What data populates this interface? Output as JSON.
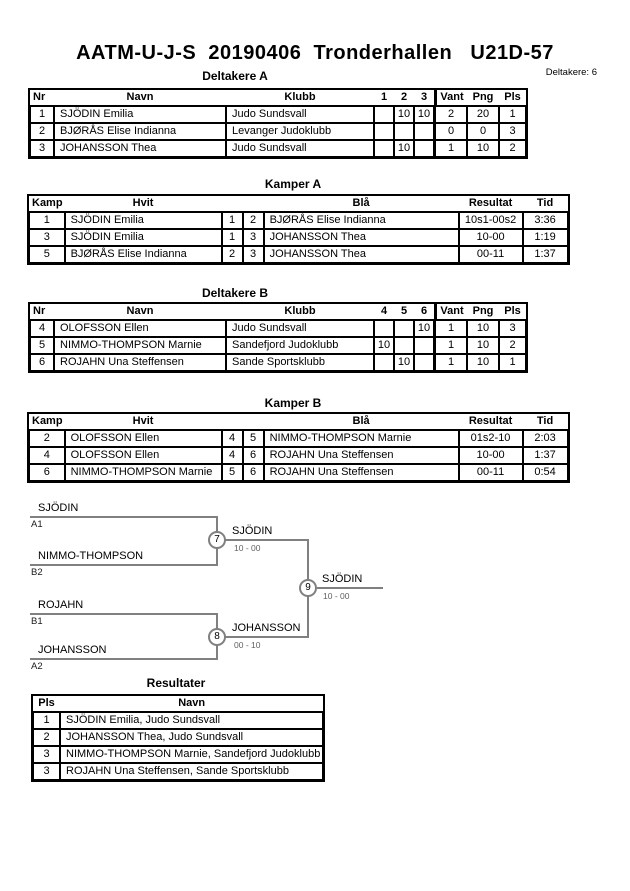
{
  "page": {
    "title": "AATM-U-J-S  20190406  Tronderhallen   U21D-57",
    "participants_note": "Deltakere: 6"
  },
  "deltakere_a": {
    "title": "Deltakere A",
    "headers": {
      "nr": "Nr",
      "navn": "Navn",
      "klubb": "Klubb",
      "c1": "1",
      "c2": "2",
      "c3": "3",
      "vant": "Vant",
      "png": "Png",
      "pls": "Pls"
    },
    "rows": [
      {
        "nr": "1",
        "navn": "SJÖDIN Emilia",
        "klubb": "Judo Sundsvall",
        "c1": "",
        "c2": "10",
        "c3": "10",
        "vant": "2",
        "png": "20",
        "pls": "1"
      },
      {
        "nr": "2",
        "navn": "BJØRÅS Elise Indianna",
        "klubb": "Levanger Judoklubb",
        "c1": "",
        "c2": "",
        "c3": "",
        "vant": "0",
        "png": "0",
        "pls": "3"
      },
      {
        "nr": "3",
        "navn": "JOHANSSON Thea",
        "klubb": "Judo Sundsvall",
        "c1": "",
        "c2": "10",
        "c3": "",
        "vant": "1",
        "png": "10",
        "pls": "2"
      }
    ]
  },
  "kamper_a": {
    "title": "Kamper A",
    "headers": {
      "kamp": "Kamp",
      "hvit": "Hvit",
      "bla": "Blå",
      "resultat": "Resultat",
      "tid": "Tid"
    },
    "rows": [
      {
        "kamp": "1",
        "hvit": "SJÖDIN Emilia",
        "h_nr": "1",
        "b_nr": "2",
        "bla": "BJØRÅS Elise Indianna",
        "resultat": "10s1-00s2",
        "tid": "3:36"
      },
      {
        "kamp": "3",
        "hvit": "SJÖDIN Emilia",
        "h_nr": "1",
        "b_nr": "3",
        "bla": "JOHANSSON Thea",
        "resultat": "10-00",
        "tid": "1:19"
      },
      {
        "kamp": "5",
        "hvit": "BJØRÅS Elise Indianna",
        "h_nr": "2",
        "b_nr": "3",
        "bla": "JOHANSSON Thea",
        "resultat": "00-11",
        "tid": "1:37"
      }
    ]
  },
  "deltakere_b": {
    "title": "Deltakere B",
    "headers": {
      "nr": "Nr",
      "navn": "Navn",
      "klubb": "Klubb",
      "c1": "4",
      "c2": "5",
      "c3": "6",
      "vant": "Vant",
      "png": "Png",
      "pls": "Pls"
    },
    "rows": [
      {
        "nr": "4",
        "navn": "OLOFSSON Ellen",
        "klubb": "Judo Sundsvall",
        "c1": "",
        "c2": "",
        "c3": "10",
        "vant": "1",
        "png": "10",
        "pls": "3"
      },
      {
        "nr": "5",
        "navn": "NIMMO-THOMPSON Marnie",
        "klubb": "Sandefjord Judoklubb",
        "c1": "10",
        "c2": "",
        "c3": "",
        "vant": "1",
        "png": "10",
        "pls": "2"
      },
      {
        "nr": "6",
        "navn": "ROJAHN Una Steffensen",
        "klubb": "Sande Sportsklubb",
        "c1": "",
        "c2": "10",
        "c3": "",
        "vant": "1",
        "png": "10",
        "pls": "1"
      }
    ]
  },
  "kamper_b": {
    "title": "Kamper B",
    "headers": {
      "kamp": "Kamp",
      "hvit": "Hvit",
      "bla": "Blå",
      "resultat": "Resultat",
      "tid": "Tid"
    },
    "rows": [
      {
        "kamp": "2",
        "hvit": "OLOFSSON Ellen",
        "h_nr": "4",
        "b_nr": "5",
        "bla": "NIMMO-THOMPSON Marnie",
        "resultat": "01s2-10",
        "tid": "2:03"
      },
      {
        "kamp": "4",
        "hvit": "OLOFSSON Ellen",
        "h_nr": "4",
        "b_nr": "6",
        "bla": "ROJAHN Una Steffensen",
        "resultat": "10-00",
        "tid": "1:37"
      },
      {
        "kamp": "6",
        "hvit": "NIMMO-THOMPSON Marnie",
        "h_nr": "5",
        "b_nr": "6",
        "bla": "ROJAHN Una Steffensen",
        "resultat": "00-11",
        "tid": "0:54"
      }
    ]
  },
  "bracket": {
    "seeds": [
      {
        "name": "SJÖDIN",
        "code": "A1"
      },
      {
        "name": "NIMMO-THOMPSON",
        "code": "B2"
      },
      {
        "name": "ROJAHN",
        "code": "B1"
      },
      {
        "name": "JOHANSSON",
        "code": "A2"
      }
    ],
    "matches": [
      {
        "number": "7",
        "winner": "SJÖDIN",
        "score": "10 - 00"
      },
      {
        "number": "8",
        "winner": "JOHANSSON",
        "score": "00 - 10"
      },
      {
        "number": "9",
        "winner": "SJÖDIN",
        "score": "10 - 00"
      }
    ]
  },
  "resultater": {
    "title": "Resultater",
    "headers": {
      "pls": "Pls",
      "navn": "Navn"
    },
    "rows": [
      {
        "pls": "1",
        "navn": "SJÖDIN Emilia, Judo Sundsvall"
      },
      {
        "pls": "2",
        "navn": "JOHANSSON Thea, Judo Sundsvall"
      },
      {
        "pls": "3",
        "navn": "NIMMO-THOMPSON Marnie, Sandefjord Judoklubb"
      },
      {
        "pls": "3",
        "navn": "ROJAHN Una Steffensen, Sande Sportsklubb"
      }
    ]
  },
  "colors": {
    "line_gray": "#808080",
    "score_gray": "#606060",
    "text": "#000000",
    "background": "#ffffff"
  }
}
